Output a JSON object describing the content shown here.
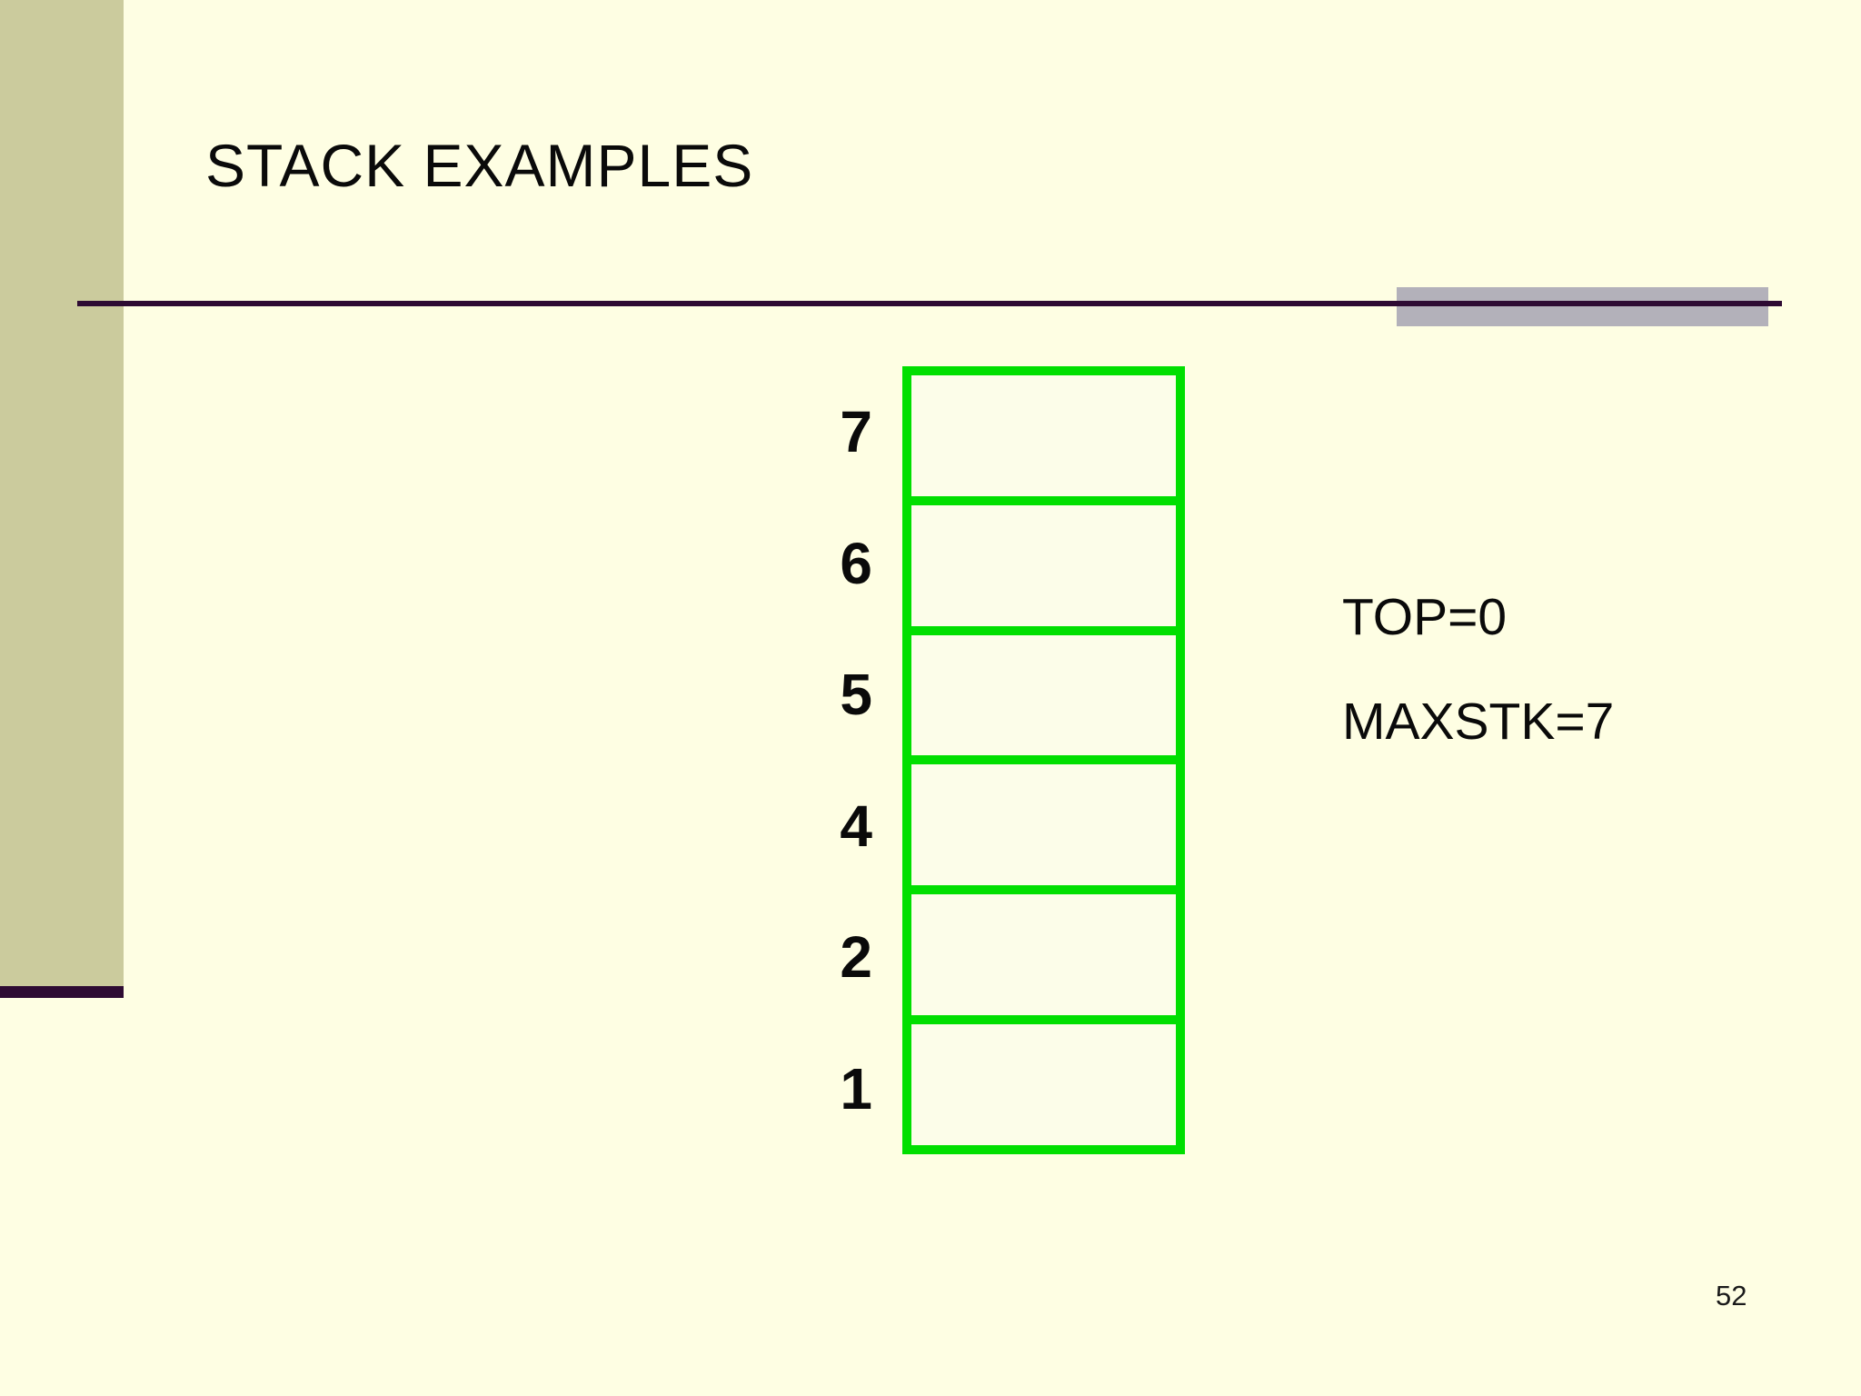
{
  "slide": {
    "title": "STACK EXAMPLES",
    "page_number": "52"
  },
  "diagram": {
    "type": "stack",
    "cell_count": 6,
    "cell_labels": [
      "7",
      "6",
      "5",
      "4",
      "2",
      "1"
    ],
    "cells_empty": true,
    "annotations": {
      "top": "TOP=0",
      "maxstk": "MAXSTK=7"
    }
  },
  "colors": {
    "background": "#FEFEE3",
    "sidebar_bar": "#CBCB9D",
    "divider_line": "#2E0B33",
    "gray_accent": "#B3B1BA",
    "stack_border_green": "#00DF00",
    "cell_fill": "#FCFDE9",
    "text": "#0A0A0A"
  }
}
